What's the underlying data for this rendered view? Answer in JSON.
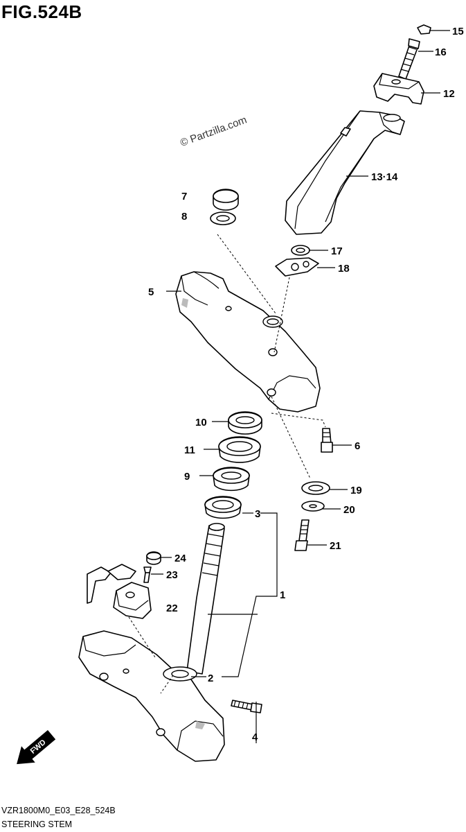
{
  "figure": {
    "title": "FIG.524B",
    "watermark": "© Partzilla.com",
    "code": "VZR1800M0_E03_E28_524B",
    "caption": "STEERING STEM",
    "fwd_label": "FWD"
  },
  "callouts": [
    "15",
    "16",
    "12",
    "13·14",
    "7",
    "8",
    "17",
    "18",
    "5",
    "10",
    "6",
    "11",
    "19",
    "9",
    "20",
    "3",
    "24",
    "21",
    "23",
    "1",
    "22",
    "2",
    "4"
  ]
}
